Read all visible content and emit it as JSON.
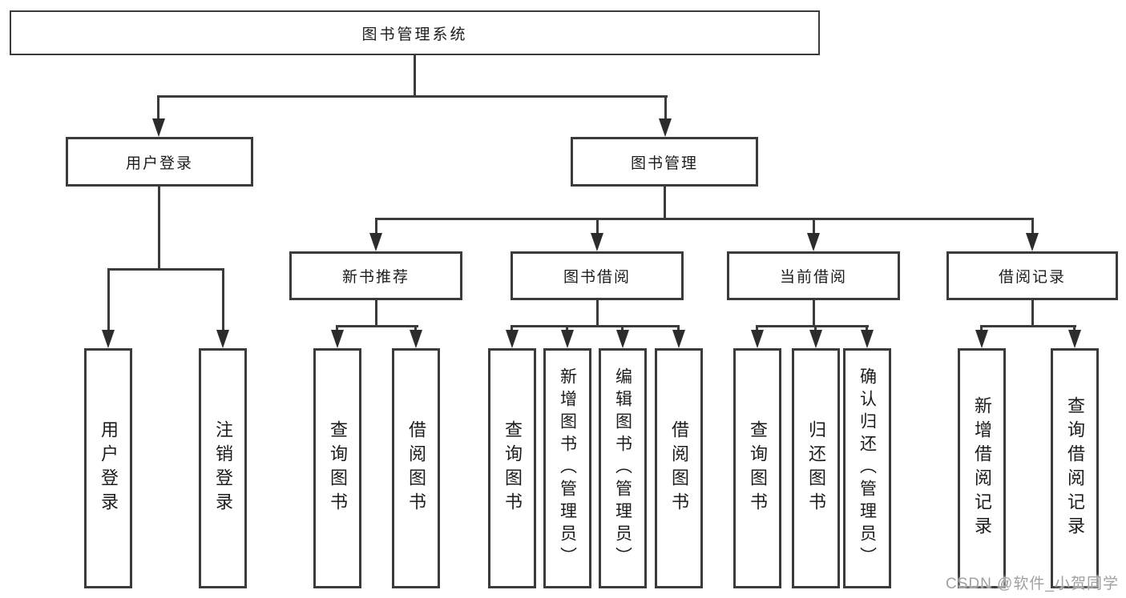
{
  "diagram": {
    "root": "图书管理系统",
    "branches": {
      "user": {
        "label": "用户登录",
        "children": [
          "用户登录",
          "注销登录"
        ]
      },
      "management": {
        "label": "图书管理",
        "groups": [
          {
            "label": "新书推荐",
            "children": [
              "查询图书",
              "借阅图书"
            ]
          },
          {
            "label": "图书借阅",
            "children": [
              "查询图书",
              "新增图书（管理员）",
              "编辑图书（管理员）",
              "借阅图书"
            ]
          },
          {
            "label": "当前借阅",
            "children": [
              "查询图书",
              "归还图书",
              "确认归还（管理员）"
            ]
          },
          {
            "label": "借阅记录",
            "children": [
              "新增借阅记录",
              "查询借阅记录"
            ]
          }
        ]
      }
    },
    "watermark": "CSDN @软件_小贺同学",
    "colors": {
      "border": "#3b3b3b",
      "line": "#3b3b3b",
      "arrow": "#2c2c2c",
      "text": "#1c1c1c",
      "watermark": "#a0a0a0",
      "background": "#ffffff"
    }
  }
}
